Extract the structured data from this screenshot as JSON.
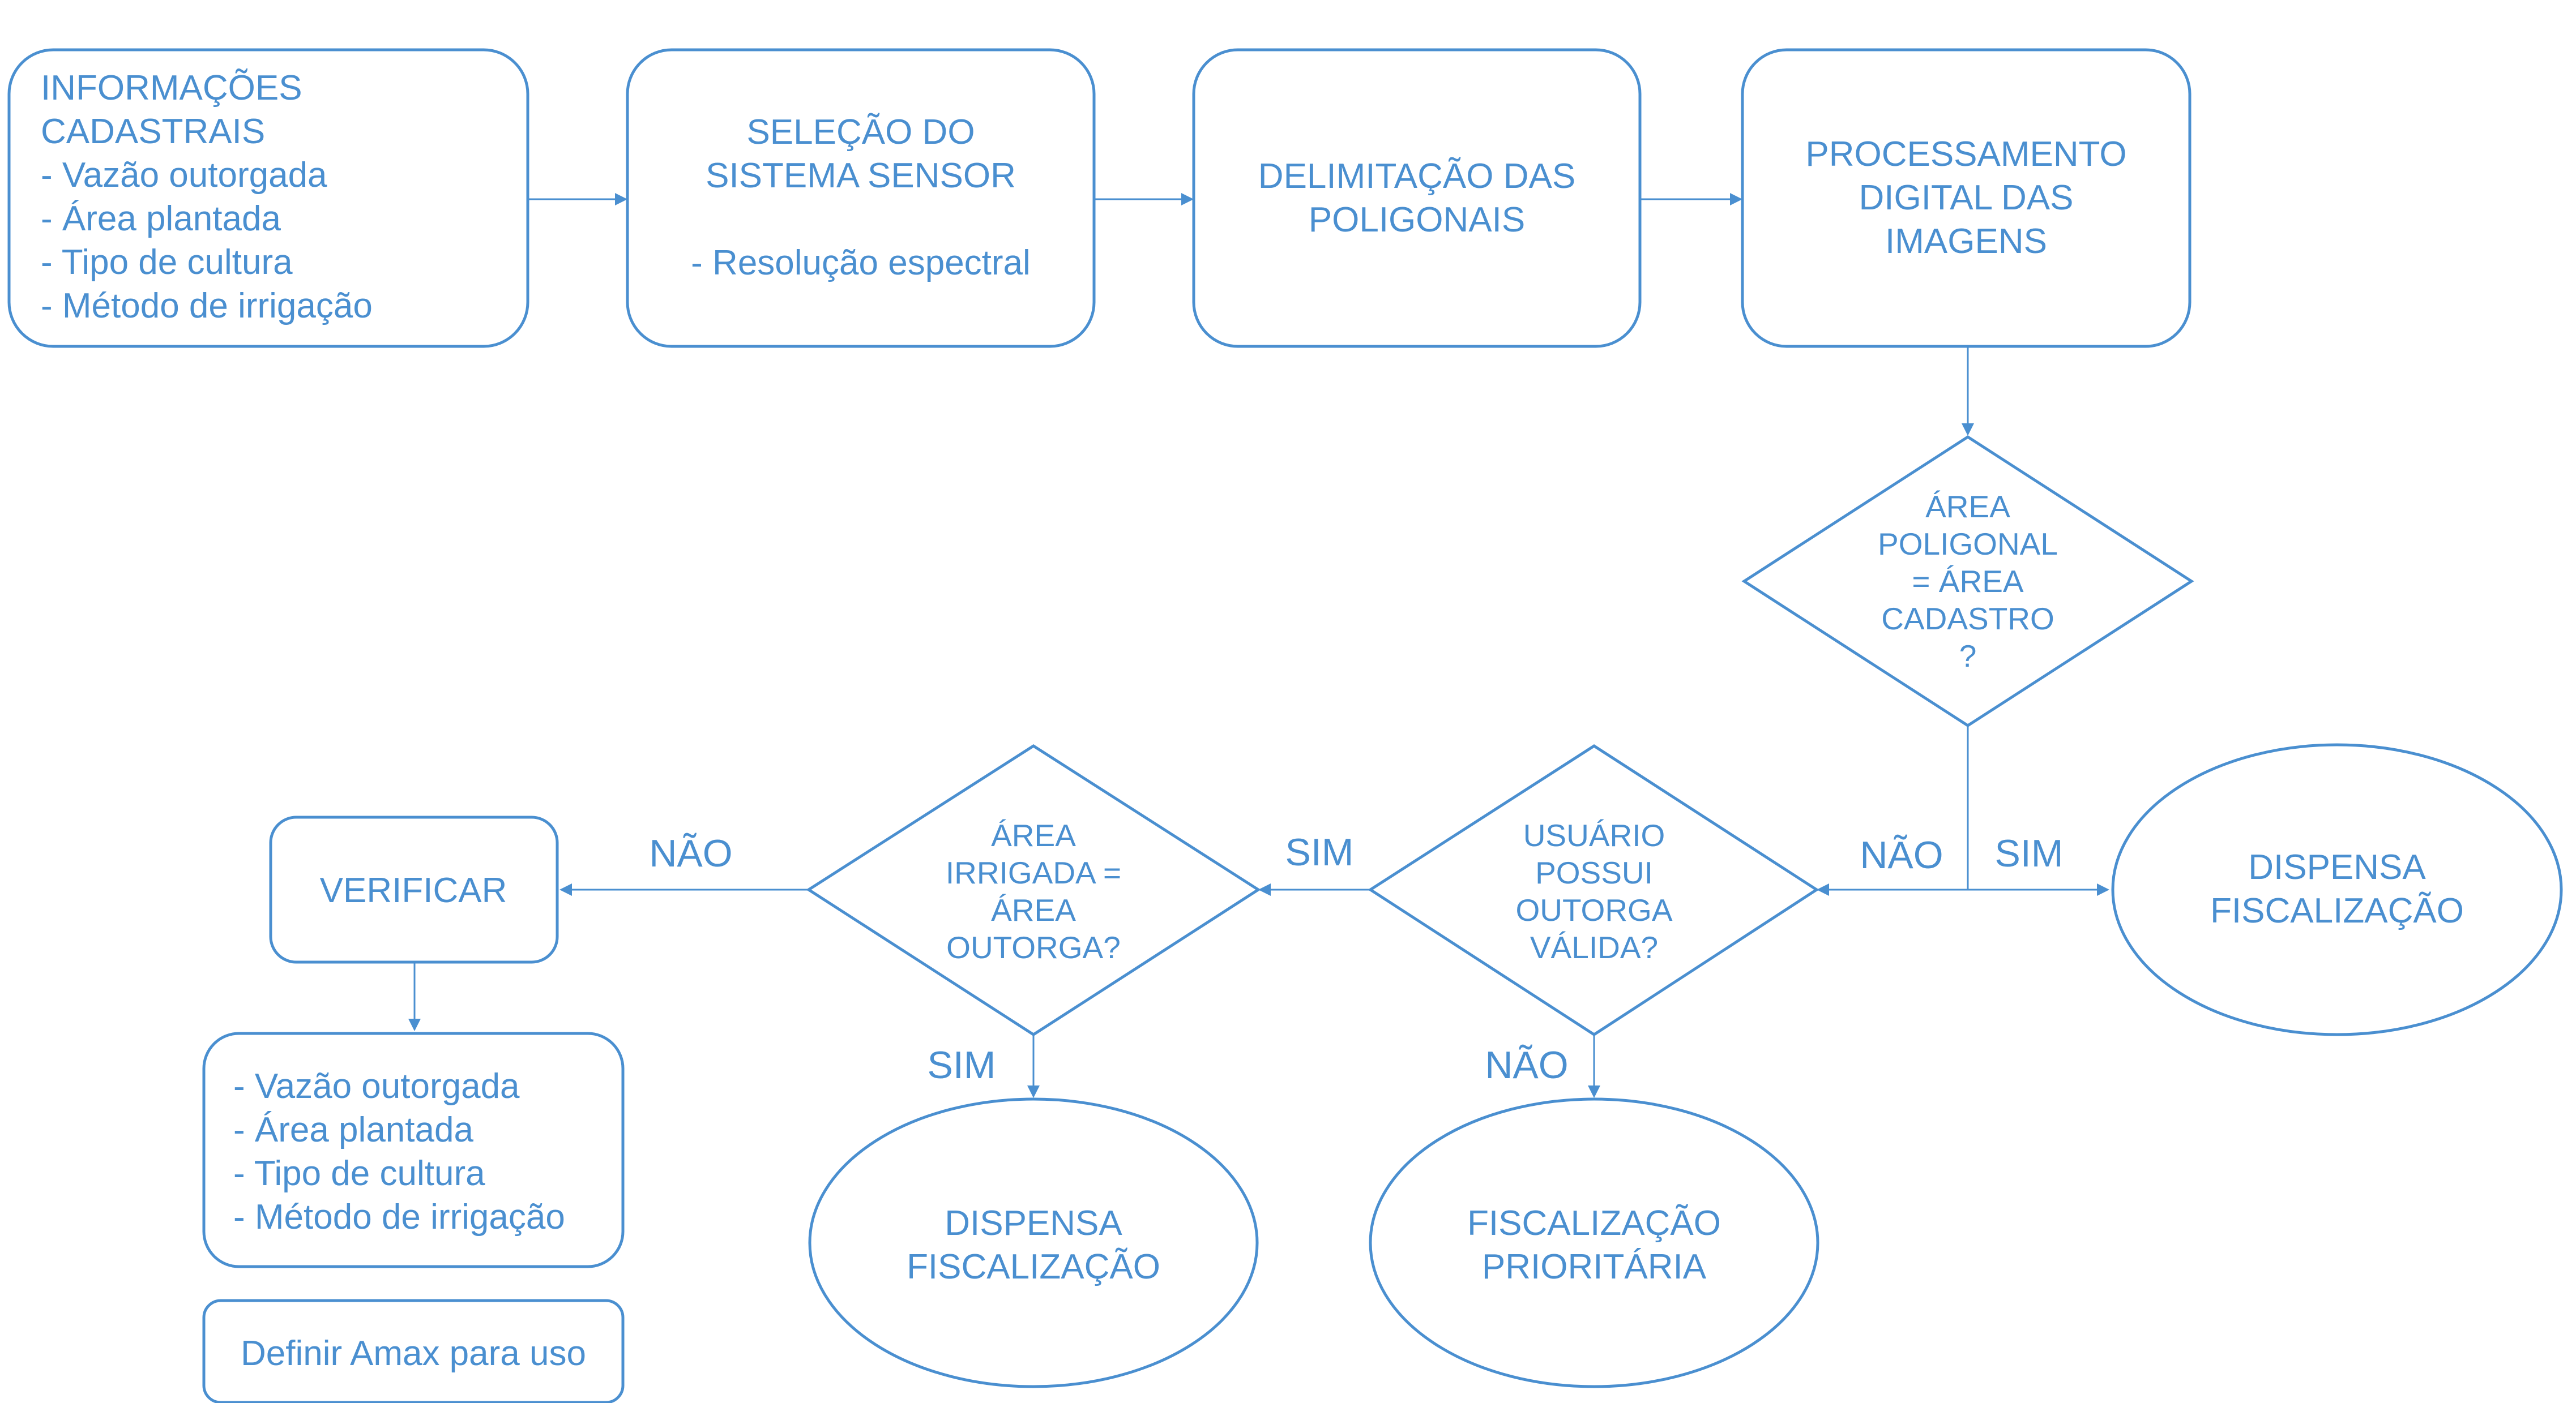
{
  "colors": {
    "stroke": "#4a8fd0",
    "text": "#4a8fd0",
    "background": "#ffffff"
  },
  "boxes": {
    "cadastrais": {
      "lines": [
        "INFORMAÇÕES",
        "CADASTRAIS",
        "- Vazão outorgada",
        "- Área plantada",
        "- Tipo de cultura",
        "- Método de irrigação"
      ]
    },
    "sensor": {
      "lines": [
        "SELEÇÃO DO",
        "SISTEMA SENSOR",
        "",
        "- Resolução espectral"
      ]
    },
    "poligonais": {
      "lines": [
        "DELIMITAÇÃO DAS",
        "POLIGONAIS"
      ]
    },
    "processamento": {
      "lines": [
        "PROCESSAMENTO",
        "DIGITAL DAS",
        "IMAGENS"
      ]
    },
    "verificar": {
      "lines": [
        "VERIFICAR"
      ]
    },
    "verificar_itens": {
      "lines": [
        "- Vazão outorgada",
        "- Área plantada",
        "- Tipo de cultura",
        "- Método de irrigação"
      ]
    },
    "amax": {
      "lines": [
        "Definir Amax para uso"
      ]
    }
  },
  "decisions": {
    "area_cadastro": {
      "lines": [
        "ÁREA",
        "POLIGONAL",
        "= ÁREA",
        "CADASTRO",
        "?"
      ]
    },
    "outorga_valida": {
      "lines": [
        "USUÁRIO",
        "POSSUI",
        "OUTORGA",
        "VÁLIDA?"
      ]
    },
    "area_irrigada": {
      "lines": [
        "ÁREA",
        "IRRIGADA =",
        "ÁREA",
        "OUTORGA?"
      ]
    }
  },
  "terminals": {
    "dispensa_1": {
      "lines": [
        "DISPENSA",
        "FISCALIZAÇÃO"
      ]
    },
    "dispensa_2": {
      "lines": [
        "DISPENSA",
        "FISCALIZAÇÃO"
      ]
    },
    "prioritaria": {
      "lines": [
        "FISCALIZAÇÃO",
        "PRIORITÁRIA"
      ]
    }
  },
  "edge_labels": {
    "nao_area_cadastro": "NÃO",
    "sim_area_cadastro": "SIM",
    "sim_outorga": "SIM",
    "nao_outorga": "NÃO",
    "nao_area_irrigada": "NÃO",
    "sim_area_irrigada": "SIM"
  }
}
